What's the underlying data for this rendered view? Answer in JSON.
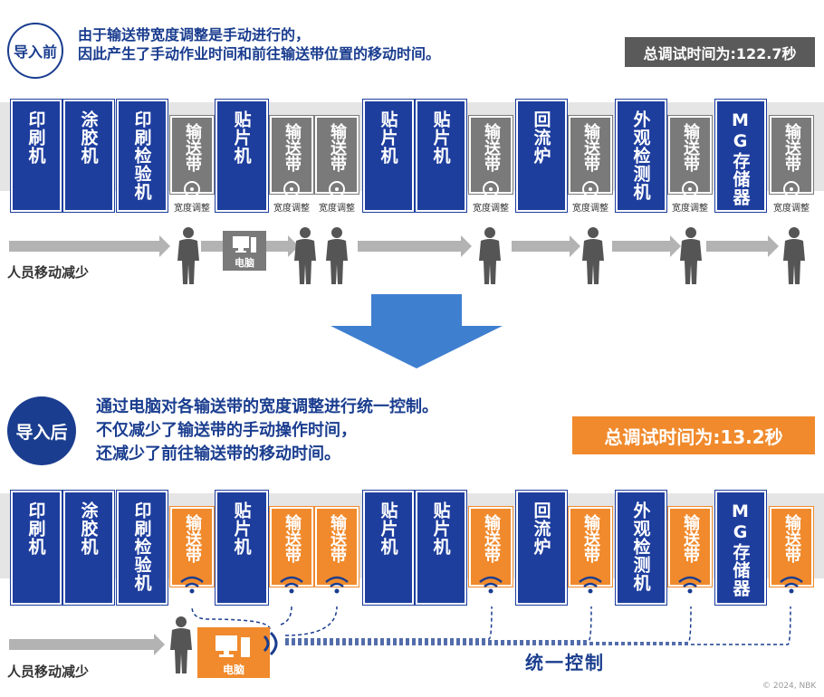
{
  "before": {
    "badge": "导入前",
    "description": [
      "由于输送带宽度调整是手动进行的，",
      "因此产生了手动作业时间和前往输送带位置的移动时间。"
    ],
    "total_time": "总调试时间为:122.7秒",
    "adjust_label": "宽度调整",
    "staff_label": "人员移动减少",
    "pc_label": "电脑"
  },
  "after": {
    "badge": "导入后",
    "description": [
      "通过电脑对各输送带的宽度调整进行统一控制。",
      "不仅减少了输送带的手动操作时间，",
      "还减少了前往输送带的移动时间。"
    ],
    "total_time": "总调试时间为:13.2秒",
    "staff_label": "人员移动减少",
    "pc_label": "电脑",
    "control_label": "统一控制"
  },
  "units": [
    {
      "type": "machine",
      "label": "印刷机"
    },
    {
      "type": "machine",
      "label": "涂胶机"
    },
    {
      "type": "machine",
      "label": "印刷检验机"
    },
    {
      "type": "conveyor",
      "label": "输送带"
    },
    {
      "type": "machine",
      "label": "贴片机"
    },
    {
      "type": "conveyor",
      "label": "输送带"
    },
    {
      "type": "conveyor",
      "label": "输送带"
    },
    {
      "type": "machine",
      "label": "贴片机"
    },
    {
      "type": "machine",
      "label": "贴片机"
    },
    {
      "type": "conveyor",
      "label": "输送带"
    },
    {
      "type": "machine",
      "label": "回流炉"
    },
    {
      "type": "conveyor",
      "label": "输送带"
    },
    {
      "type": "machine",
      "label": "外观检测机"
    },
    {
      "type": "conveyor",
      "label": "输送带"
    },
    {
      "type": "machine",
      "label": "MG存储器"
    },
    {
      "type": "conveyor",
      "label": "输送带"
    }
  ],
  "copyright": "© 2024, NBK",
  "colors": {
    "machine": "#1e3e9e",
    "conveyor_before": "#7a7a7a",
    "conveyor_after": "#f08a2c",
    "time_before": "#5a5a5a",
    "time_after": "#f08a2c",
    "arrow": "#3f7fd0"
  }
}
